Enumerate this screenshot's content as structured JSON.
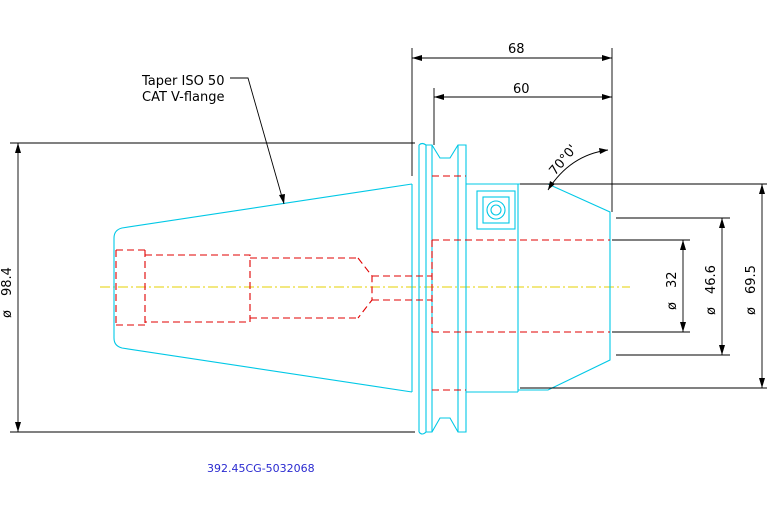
{
  "labels": {
    "taper_line1": "Taper ISO 50",
    "taper_line2": "CAT V-flange",
    "angle": "70°0'",
    "part_number": "392.45CG-5032068"
  },
  "dimensions": {
    "length_68": "68",
    "length_60": "60",
    "dia_32": "32",
    "dia_46_6": "46.6",
    "dia_69_5": "69.5",
    "dia_98_4": "98.4",
    "dia_symbol": "ø"
  },
  "colors": {
    "outline": "#00c8e6",
    "hidden": "#e00000",
    "centerline": "#e6d200",
    "dimension": "#000000",
    "part_number": "#2a2ad0"
  }
}
